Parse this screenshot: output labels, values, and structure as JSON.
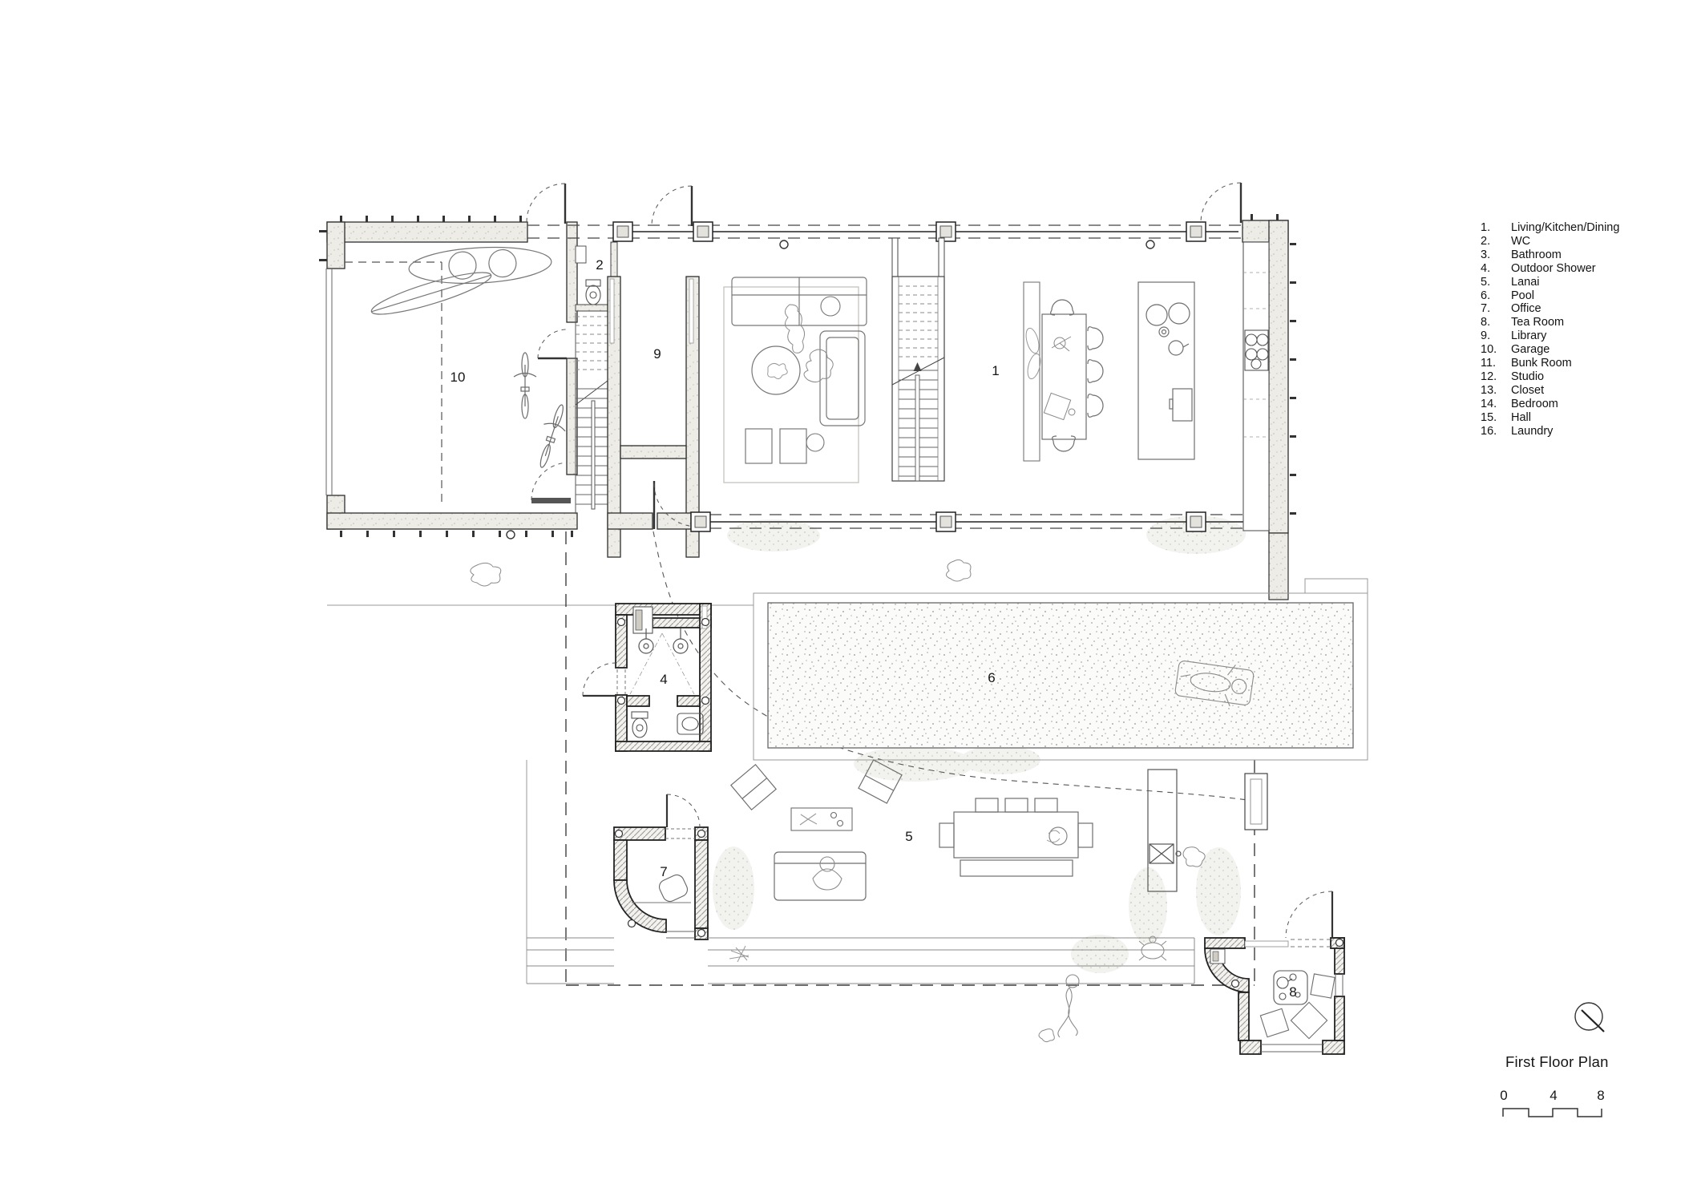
{
  "sheet": {
    "title": "First Floor Plan",
    "scale_bar": {
      "labels": [
        "0",
        "4",
        "8"
      ]
    },
    "legend": {
      "items": [
        {
          "num": "1.",
          "label": "Living/Kitchen/Dining"
        },
        {
          "num": "2.",
          "label": "WC"
        },
        {
          "num": "3.",
          "label": "Bathroom"
        },
        {
          "num": "4.",
          "label": "Outdoor Shower"
        },
        {
          "num": "5.",
          "label": "Lanai"
        },
        {
          "num": "6.",
          "label": "Pool"
        },
        {
          "num": "7.",
          "label": "Office"
        },
        {
          "num": "8.",
          "label": "Tea Room"
        },
        {
          "num": "9.",
          "label": "Library"
        },
        {
          "num": "10.",
          "label": "Garage"
        },
        {
          "num": "11.",
          "label": "Bunk Room"
        },
        {
          "num": "12.",
          "label": "Studio"
        },
        {
          "num": "13.",
          "label": "Closet"
        },
        {
          "num": "14.",
          "label": "Bedroom"
        },
        {
          "num": "15.",
          "label": "Hall"
        },
        {
          "num": "16.",
          "label": "Laundry"
        }
      ]
    },
    "room_labels": {
      "living_kitchen_dining": "1",
      "wc": "2",
      "outdoor_shower": "4",
      "lanai": "5",
      "pool": "6",
      "office": "7",
      "tea_room": "8",
      "library": "9",
      "garage": "10"
    },
    "line_colors": {
      "wall": "#2e2e2e",
      "furniture": "#6e6e6e",
      "dashed": "#454545"
    }
  }
}
